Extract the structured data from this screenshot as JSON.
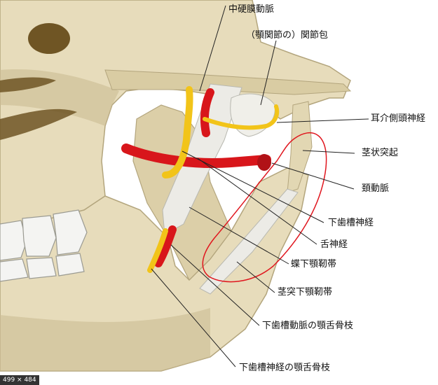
{
  "labels": {
    "middle_meningeal_artery": "中硬膜動脈",
    "joint_capsule": "（顎関節の）関節包",
    "auriculotemporal_nerve": "耳介側頭神経",
    "styloid_process": "茎状突起",
    "carotid_artery": "頚動脈",
    "inferior_alveolar_nerve": "下歯槽神経",
    "lingual_nerve": "舌神経",
    "sphenomandibular_ligament": "蝶下顎靭帯",
    "stylomandibular_ligament": "茎突下顎靭帯",
    "mylohyoid_branch_artery": "下歯槽動脈の顎舌骨枝",
    "mylohyoid_branch_nerve": "下歯槽神経の顎舌骨枝"
  },
  "image_dims": "499 × 484",
  "colors": {
    "bone": "#e7dcbb",
    "bone_shadow": "#cbbd93",
    "artery": "#d8161b",
    "nerve": "#f2c419",
    "ligament": "#ecebe6",
    "highlight": "#e0161e",
    "leader": "#222222"
  }
}
